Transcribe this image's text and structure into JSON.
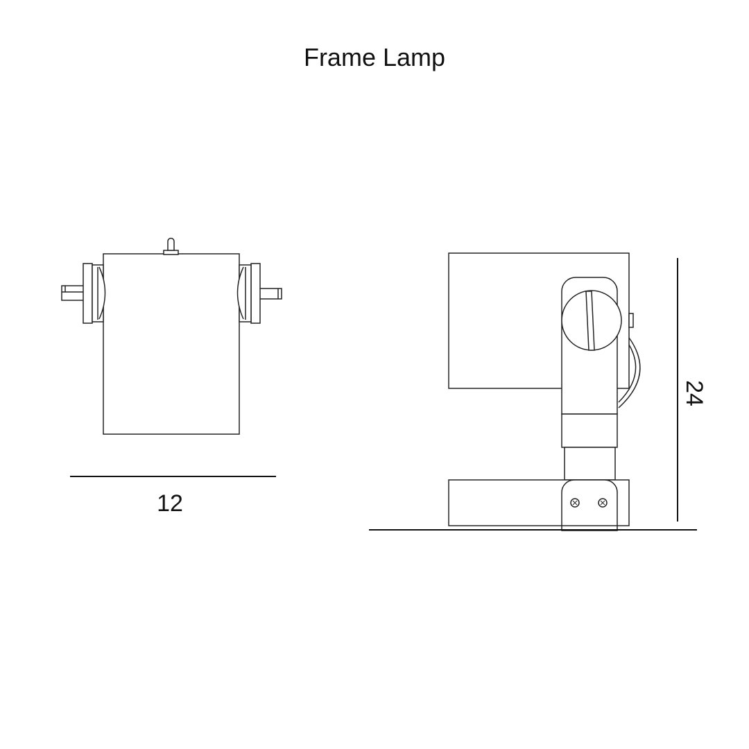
{
  "title": "Frame Lamp",
  "dimensions": {
    "width_label": "12",
    "height_label": "24"
  }
}
